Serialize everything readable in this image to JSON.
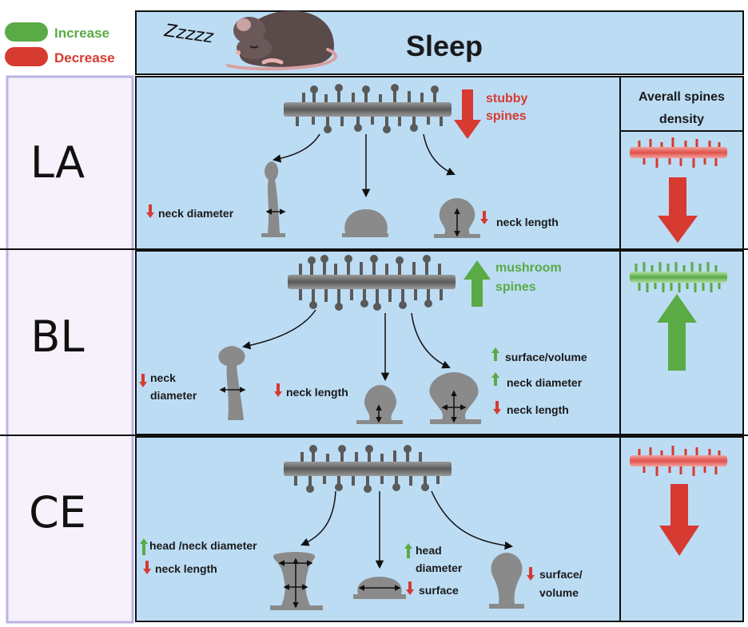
{
  "legend": {
    "increase_label": "Increase",
    "decrease_label": "Decrease",
    "increase_color": "#5aaa46",
    "decrease_color": "#d63a31"
  },
  "header": {
    "title": "Sleep",
    "zzz": "Zzzzz"
  },
  "right_column": {
    "title_line1": "Averall spines",
    "title_line2": "density"
  },
  "regions": {
    "la": {
      "label": "LA",
      "trend_line1": "stubby",
      "trend_line2": "spines",
      "ann1": "neck diameter",
      "ann2": "neck length"
    },
    "bl": {
      "label": "BL",
      "trend_line1": "mushroom",
      "trend_line2": "spines",
      "ann1_line1": "neck",
      "ann1_line2": "diameter",
      "ann2": "neck length",
      "ann3": "surface/volume",
      "ann4": "neck diameter",
      "ann5": "neck length"
    },
    "ce": {
      "label": "CE",
      "ann1": "head /neck diameter",
      "ann2": "neck length",
      "ann3_line1": "head",
      "ann3_line2": "diameter",
      "ann4": "surface",
      "ann5_line1": "surface/",
      "ann5_line2": "volume"
    }
  },
  "colors": {
    "panel_bg": "#bcdcf4",
    "region_bg": "#f6f1fa",
    "dendrite": "#6b6b6b",
    "spine": "#8a8a8a"
  }
}
